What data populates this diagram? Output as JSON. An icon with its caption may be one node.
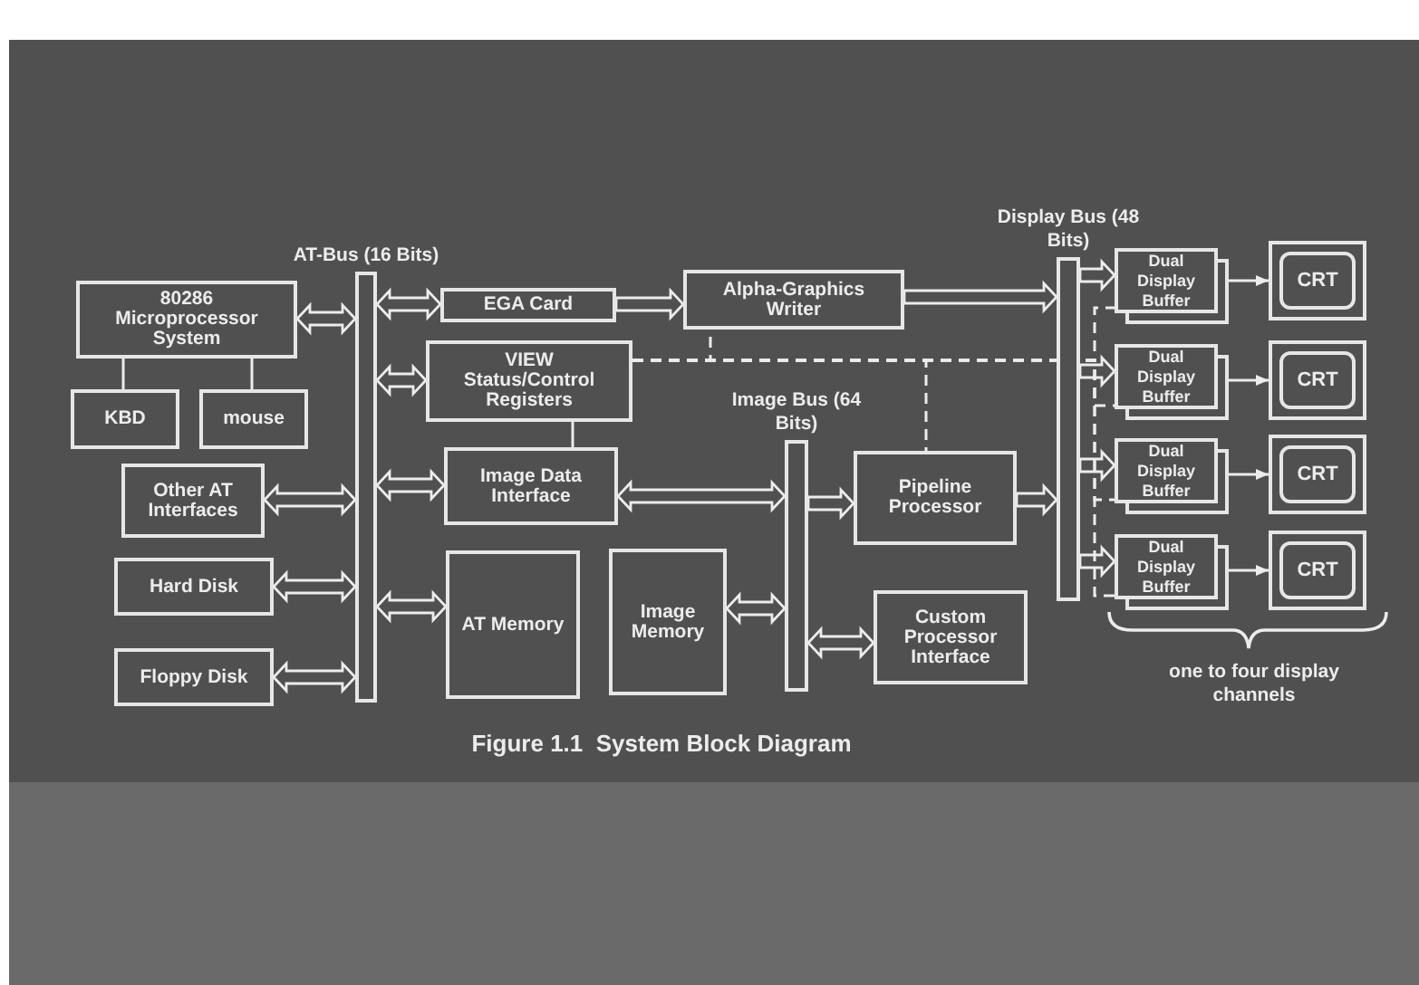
{
  "diagram": {
    "caption": "Figure 1.1  System Block Diagram",
    "nodes": [
      {
        "text": [
          "80286 Microprocessor System"
        ]
      },
      {
        "text": [
          "KBD"
        ]
      },
      {
        "text": [
          "mouse"
        ]
      },
      {
        "text": [
          "Other AT Interfaces"
        ]
      },
      {
        "text": [
          "Hard Disk"
        ]
      },
      {
        "text": [
          "Floppy Disk"
        ]
      },
      {
        "text": [
          "AT-Bus (16 Bits)"
        ]
      },
      {
        "text": [
          "EGA Card"
        ]
      },
      {
        "text": [
          "VIEW Status/Control Registers"
        ]
      },
      {
        "text": [
          "Image Data Interface"
        ]
      },
      {
        "text": [
          "AT Memory"
        ]
      },
      {
        "text": [
          "Image Memory"
        ]
      },
      {
        "text": [
          "Image Bus (64 Bits)"
        ]
      },
      {
        "text": [
          "Alpha-Graphics Writer"
        ]
      },
      {
        "text": [
          "Pipeline Processor"
        ]
      },
      {
        "text": [
          "Custom Processor Interface"
        ]
      },
      {
        "text": [
          "Display Bus (48 Bits)"
        ]
      },
      {
        "text": [
          "Dual Display Buffer"
        ]
      },
      {
        "text": [
          "Dual Display Buffer"
        ]
      },
      {
        "text": [
          "Dual Display Buffer"
        ]
      },
      {
        "text": [
          "Dual Display Buffer"
        ]
      },
      {
        "text": [
          "CRT"
        ]
      },
      {
        "text": [
          "CRT"
        ]
      },
      {
        "text": [
          "CRT"
        ]
      },
      {
        "text": [
          "CRT"
        ]
      }
    ],
    "edges": [
      {
        "from": 0,
        "to": 6,
        "arrow": "both",
        "style": "thick"
      },
      {
        "from": 3,
        "to": 6,
        "arrow": "both",
        "style": "thick"
      },
      {
        "from": 4,
        "to": 6,
        "arrow": "both",
        "style": "thick"
      },
      {
        "from": 5,
        "to": 6,
        "arrow": "both",
        "style": "thick"
      },
      {
        "from": 6,
        "to": 7,
        "arrow": "both",
        "style": "thick"
      },
      {
        "from": 6,
        "to": 8,
        "arrow": "both",
        "style": "thick"
      },
      {
        "from": 6,
        "to": 9,
        "arrow": "both",
        "style": "thick"
      },
      {
        "from": 6,
        "to": 10,
        "arrow": "both",
        "style": "thick"
      },
      {
        "from": 0,
        "to": 1,
        "arrow": "none"
      },
      {
        "from": 0,
        "to": 2,
        "arrow": "none"
      },
      {
        "from": 8,
        "to": 9,
        "arrow": "none"
      },
      {
        "from": 7,
        "to": 13,
        "arrow": "to",
        "style": "thick"
      },
      {
        "from": 13,
        "to": 16,
        "arrow": "to",
        "style": "thick"
      },
      {
        "from": 9,
        "to": 12,
        "arrow": "both",
        "style": "thick"
      },
      {
        "from": 11,
        "to": 12,
        "arrow": "both",
        "style": "thick"
      },
      {
        "from": 12,
        "to": 14,
        "arrow": "to",
        "style": "thick"
      },
      {
        "from": 12,
        "to": 15,
        "arrow": "both",
        "style": "thick"
      },
      {
        "from": 14,
        "to": 16,
        "arrow": "to",
        "style": "thick"
      },
      {
        "from": 16,
        "to": 17,
        "arrow": "to",
        "style": "thick"
      },
      {
        "from": 16,
        "to": 18,
        "arrow": "to",
        "style": "thick"
      },
      {
        "from": 16,
        "to": 19,
        "arrow": "to",
        "style": "thick"
      },
      {
        "from": 16,
        "to": 20,
        "arrow": "to",
        "style": "thick"
      },
      {
        "from": 17,
        "to": 21,
        "arrow": "to"
      },
      {
        "from": 18,
        "to": 22,
        "arrow": "to"
      },
      {
        "from": 19,
        "to": 23,
        "arrow": "to"
      },
      {
        "from": 20,
        "to": 24,
        "arrow": "to"
      },
      {
        "from": 8,
        "to": 13,
        "arrow": "none",
        "style": "dashed"
      },
      {
        "from": 8,
        "to": 14,
        "arrow": "none",
        "style": "dashed"
      },
      {
        "from": 8,
        "to": 17,
        "arrow": "none",
        "style": "dashed"
      },
      {
        "from": 8,
        "to": 18,
        "arrow": "none",
        "style": "dashed"
      },
      {
        "from": 8,
        "to": 19,
        "arrow": "none",
        "style": "dashed"
      },
      {
        "from": 8,
        "to": 20,
        "arrow": "none",
        "style": "dashed"
      }
    ],
    "labels": [
      "one to four display channels"
    ]
  }
}
